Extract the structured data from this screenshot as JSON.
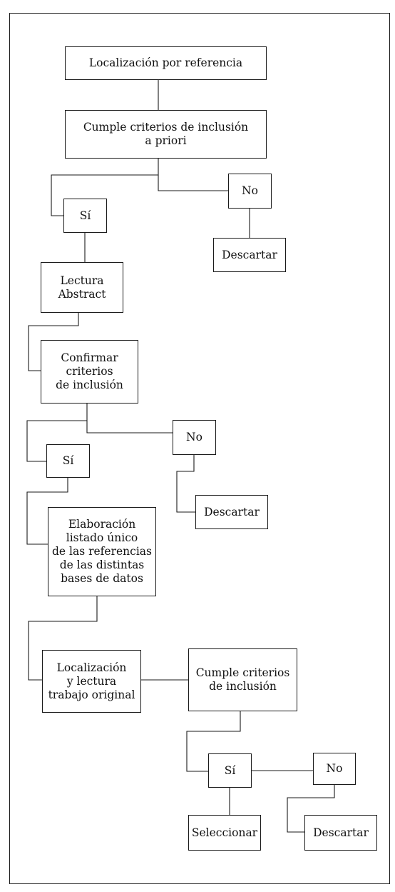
{
  "flowchart": {
    "start": "Localización por referencia",
    "criteria_apriori": "Cumple criterios de inclusión\na priori",
    "yes_1": "Sí",
    "no_1": "No",
    "discard_1": "Descartar",
    "read_abstract": "Lectura\nAbstract",
    "confirm_criteria": "Confirmar\ncriterios\nde inclusión",
    "yes_2": "Sí",
    "no_2": "No",
    "discard_2": "Descartar",
    "unique_list": "Elaboración\nlistado único\nde las referencias\nde las distintas\nbases de datos",
    "locate_original": "Localización\ny lectura\ntrabajo original",
    "criteria_final": "Cumple criterios\nde inclusión",
    "yes_3": "Sí",
    "no_3": "No",
    "select": "Seleccionar",
    "discard_3": "Descartar"
  }
}
